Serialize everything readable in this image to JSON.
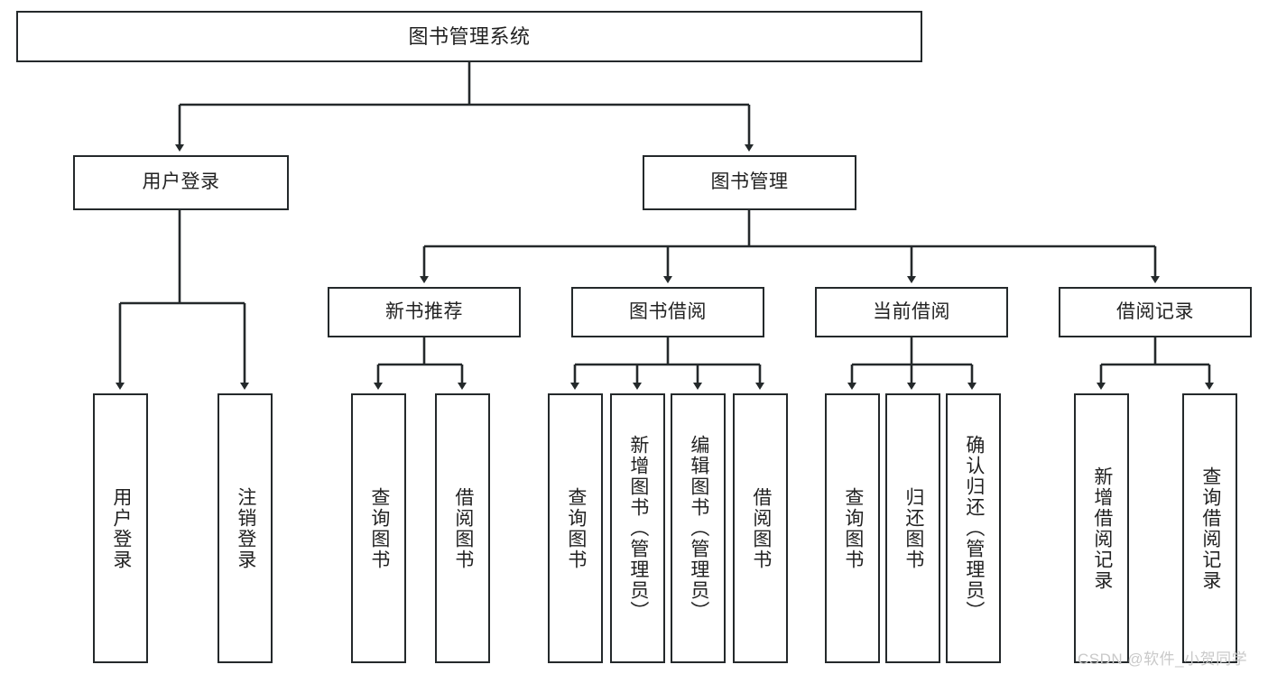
{
  "diagram": {
    "title": "图书管理系统",
    "type": "tree-hierarchy-chart",
    "root": {
      "label": "图书管理系统"
    },
    "level2": [
      {
        "label": "用户登录"
      },
      {
        "label": "图书管理"
      }
    ],
    "level3": [
      {
        "label": "新书推荐"
      },
      {
        "label": "图书借阅"
      },
      {
        "label": "当前借阅"
      },
      {
        "label": "借阅记录"
      }
    ],
    "leaves": {
      "user_login": [
        {
          "label": "用户登录"
        },
        {
          "label": "注销登录"
        }
      ],
      "new_book_recommend": [
        {
          "label": "查询图书"
        },
        {
          "label": "借阅图书"
        }
      ],
      "book_borrow": [
        {
          "label": "查询图书"
        },
        {
          "label": "新增图书（管理员）"
        },
        {
          "label": "编辑图书（管理员）"
        },
        {
          "label": "借阅图书"
        }
      ],
      "current_borrow": [
        {
          "label": "查询图书"
        },
        {
          "label": "归还图书"
        },
        {
          "label": "确认归还（管理员）"
        }
      ],
      "borrow_record": [
        {
          "label": "新增借阅记录"
        },
        {
          "label": "查询借阅记录"
        }
      ]
    }
  },
  "watermark": {
    "text": "CSDN @软件_小贺同学"
  },
  "colors": {
    "stroke": "#24292b",
    "background": "#ffffff",
    "text": "#222222",
    "watermark": "#c9c9c9"
  }
}
